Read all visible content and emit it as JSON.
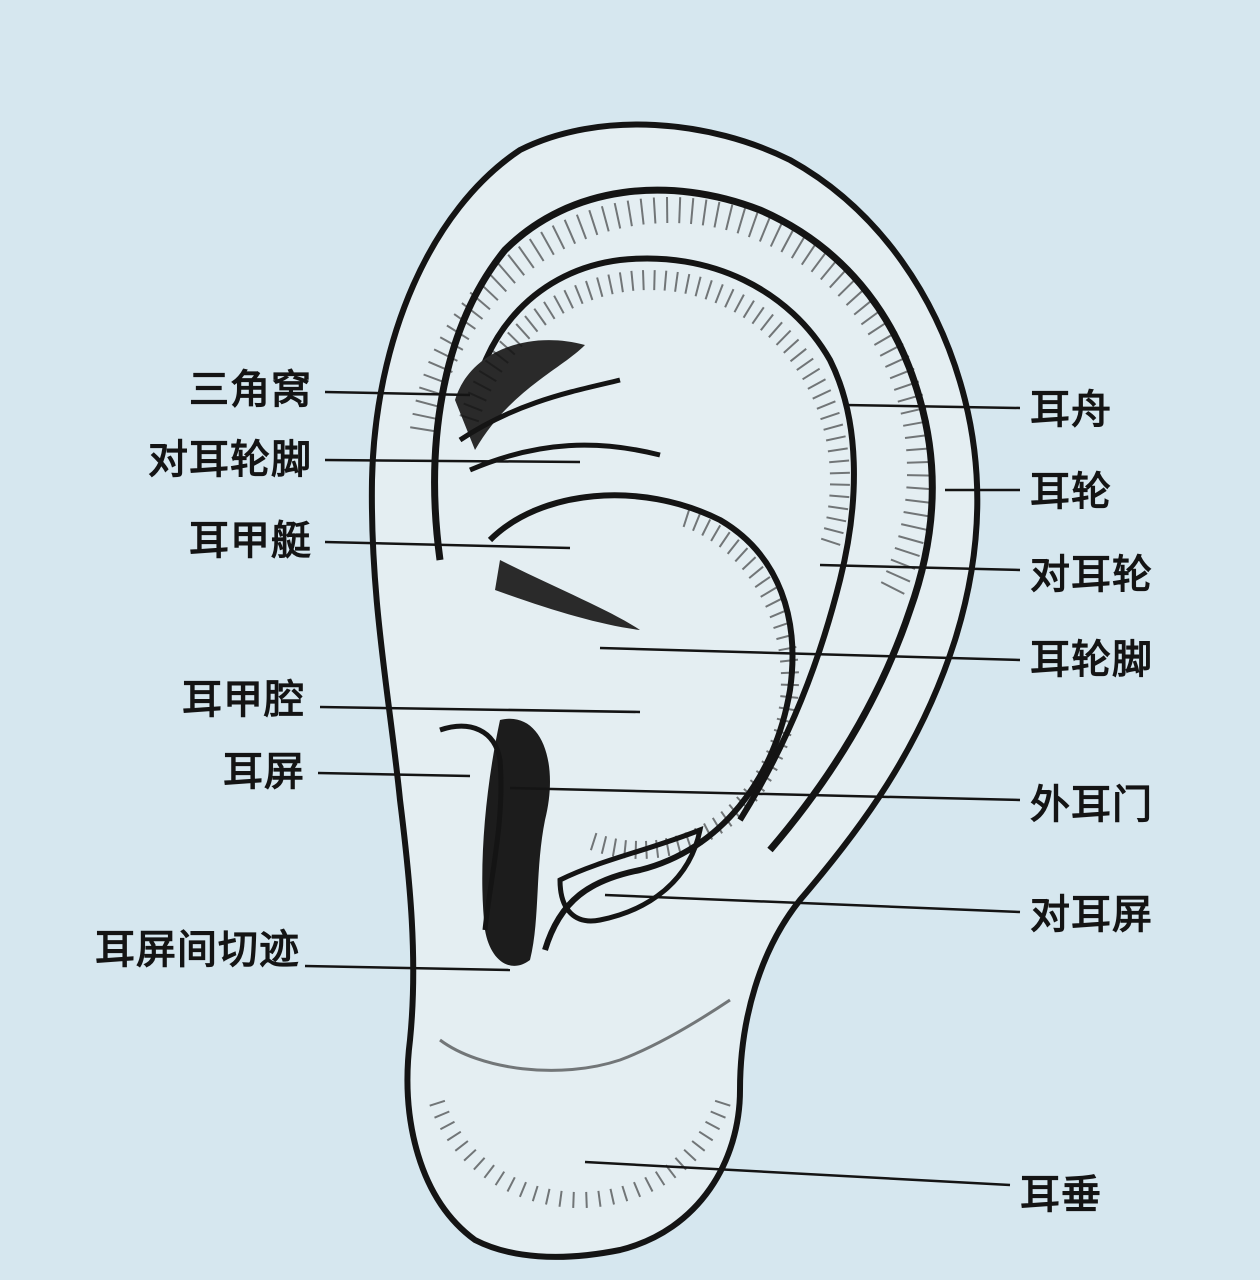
{
  "diagram": {
    "colors": {
      "background": "#d6e7ef",
      "ink": "#141414",
      "shade": "#2a2a2a"
    },
    "labels_left": [
      {
        "id": "triangular-fossa",
        "text": "三角窝"
      },
      {
        "id": "crura-of-antihelix",
        "text": "对耳轮脚"
      },
      {
        "id": "cymba-conchae",
        "text": "耳甲艇"
      },
      {
        "id": "cavum-conchae",
        "text": "耳甲腔"
      },
      {
        "id": "tragus",
        "text": "耳屏"
      },
      {
        "id": "intertragic-notch",
        "text": "耳屏间切迹"
      }
    ],
    "labels_right": [
      {
        "id": "scapha",
        "text": "耳舟"
      },
      {
        "id": "helix",
        "text": "耳轮"
      },
      {
        "id": "antihelix",
        "text": "对耳轮"
      },
      {
        "id": "crus-of-helix",
        "text": "耳轮脚"
      },
      {
        "id": "external-acoustic-meatus",
        "text": "外耳门"
      },
      {
        "id": "antitragus",
        "text": "对耳屏"
      },
      {
        "id": "earlobe",
        "text": "耳垂"
      }
    ]
  }
}
